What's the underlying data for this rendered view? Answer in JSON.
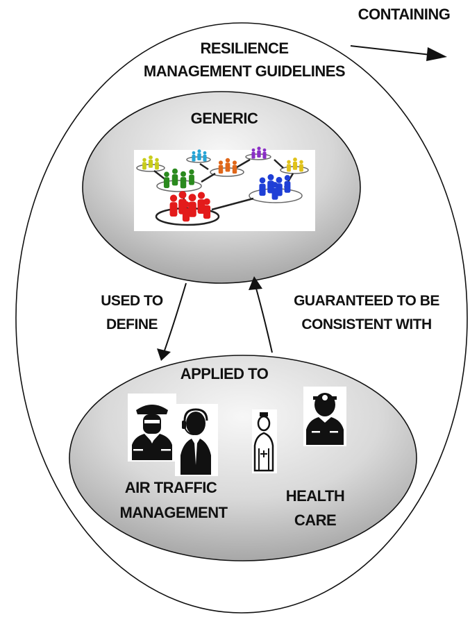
{
  "outer": {
    "label_line1": "RESILIENCE",
    "label_line2": "MANAGEMENT GUIDELINES",
    "containing_label": "CONTAINING"
  },
  "generic": {
    "label": "GENERIC",
    "image_icon": "network-of-people-groups-icon"
  },
  "arrows": {
    "down_line1": "USED TO",
    "down_line2": "DEFINE",
    "up_line1": "GUARANTEED TO BE",
    "up_line2": "CONSISTENT WITH"
  },
  "applied": {
    "label": "APPLIED TO",
    "atm_line1": "AIR TRAFFIC",
    "atm_line2": "MANAGEMENT",
    "health_line1": "HEALTH",
    "health_line2": "CARE",
    "icons": [
      "pilot-icon",
      "air-traffic-controller-icon",
      "nurse-icon",
      "doctor-icon"
    ]
  },
  "colors": {
    "ellipse_fill_light": "#f4f4f4",
    "ellipse_fill_dark": "#a6a6a6",
    "stroke": "#111111",
    "people_red": "#e31b1b",
    "people_blue": "#1f3fd6",
    "people_green": "#2a8a1e",
    "people_orange": "#e0671a",
    "people_yellow": "#c8cc1a",
    "people_purple": "#8a2fc6",
    "people_cyan": "#27a5d6"
  }
}
